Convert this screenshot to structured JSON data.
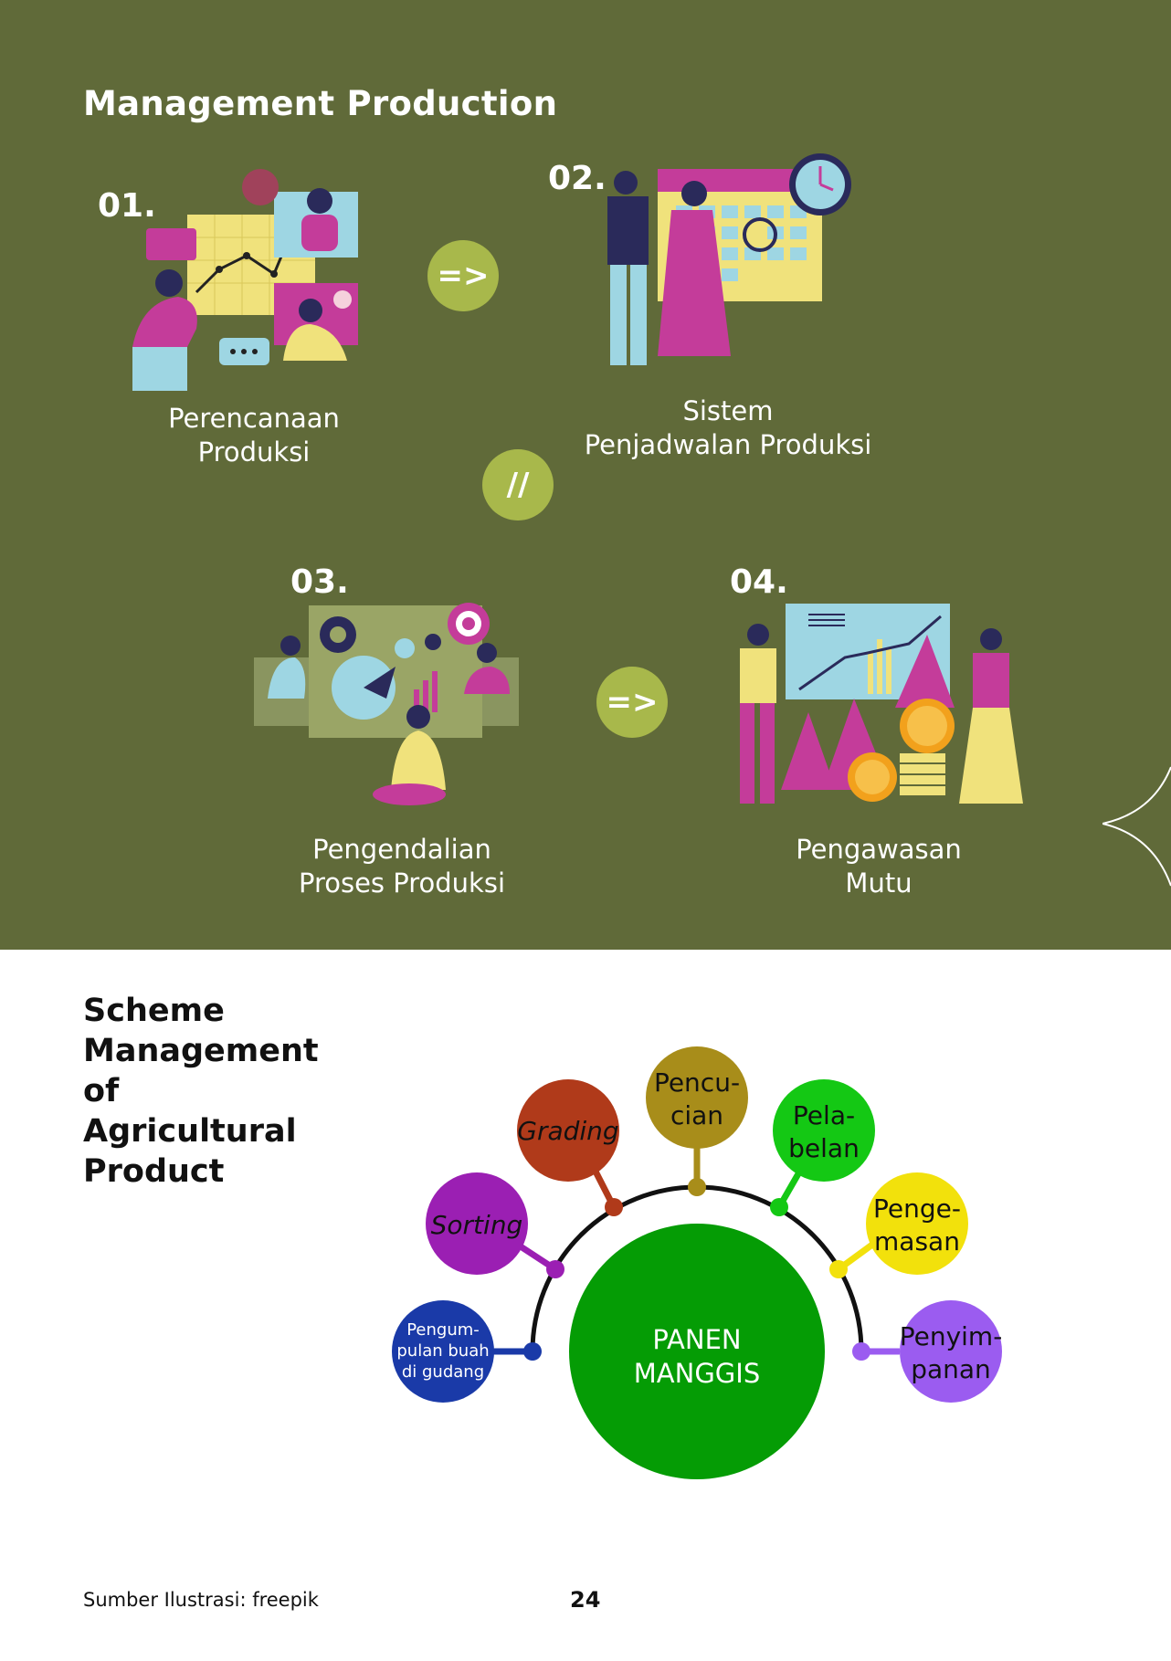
{
  "header": {
    "title": "Management Production"
  },
  "steps": [
    {
      "number": "01.",
      "label_line1": "Perencanaan",
      "label_line2": "Produksi"
    },
    {
      "number": "02.",
      "label_line1": "Sistem",
      "label_line2": "Penjadwalan Produksi"
    },
    {
      "number": "03.",
      "label_line1": "Pengendalian",
      "label_line2": "Proses Produksi"
    },
    {
      "number": "04.",
      "label_line1": "Pengawasan",
      "label_line2": "Mutu"
    }
  ],
  "arrows": {
    "right": "=>",
    "down": "//"
  },
  "scheme": {
    "title_lines": [
      "Scheme",
      "Management",
      "of",
      "Agricultural",
      "Product"
    ],
    "center_line1": "PANEN",
    "center_line2": "MANGGIS",
    "nodes": [
      {
        "lines": [
          "Pengum-",
          "pulan buah",
          "di gudang"
        ],
        "color": "#1a3aa8"
      },
      {
        "lines": [
          "Sorting"
        ],
        "color": "#9b1fb3"
      },
      {
        "lines": [
          "Grading"
        ],
        "color": "#b03a1a"
      },
      {
        "lines": [
          "Pencu-",
          "cian"
        ],
        "color": "#a88d1a"
      },
      {
        "lines": [
          "Pela-",
          "belan"
        ],
        "color": "#14c814"
      },
      {
        "lines": [
          "Penge-",
          "masan"
        ],
        "color": "#f2e10c"
      },
      {
        "lines": [
          "Penyim-",
          "panan"
        ],
        "color": "#9b5cf0"
      }
    ],
    "center_color": "#059c05"
  },
  "footer": {
    "source": "Sumber Ilustrasi: freepik",
    "page": "24"
  }
}
